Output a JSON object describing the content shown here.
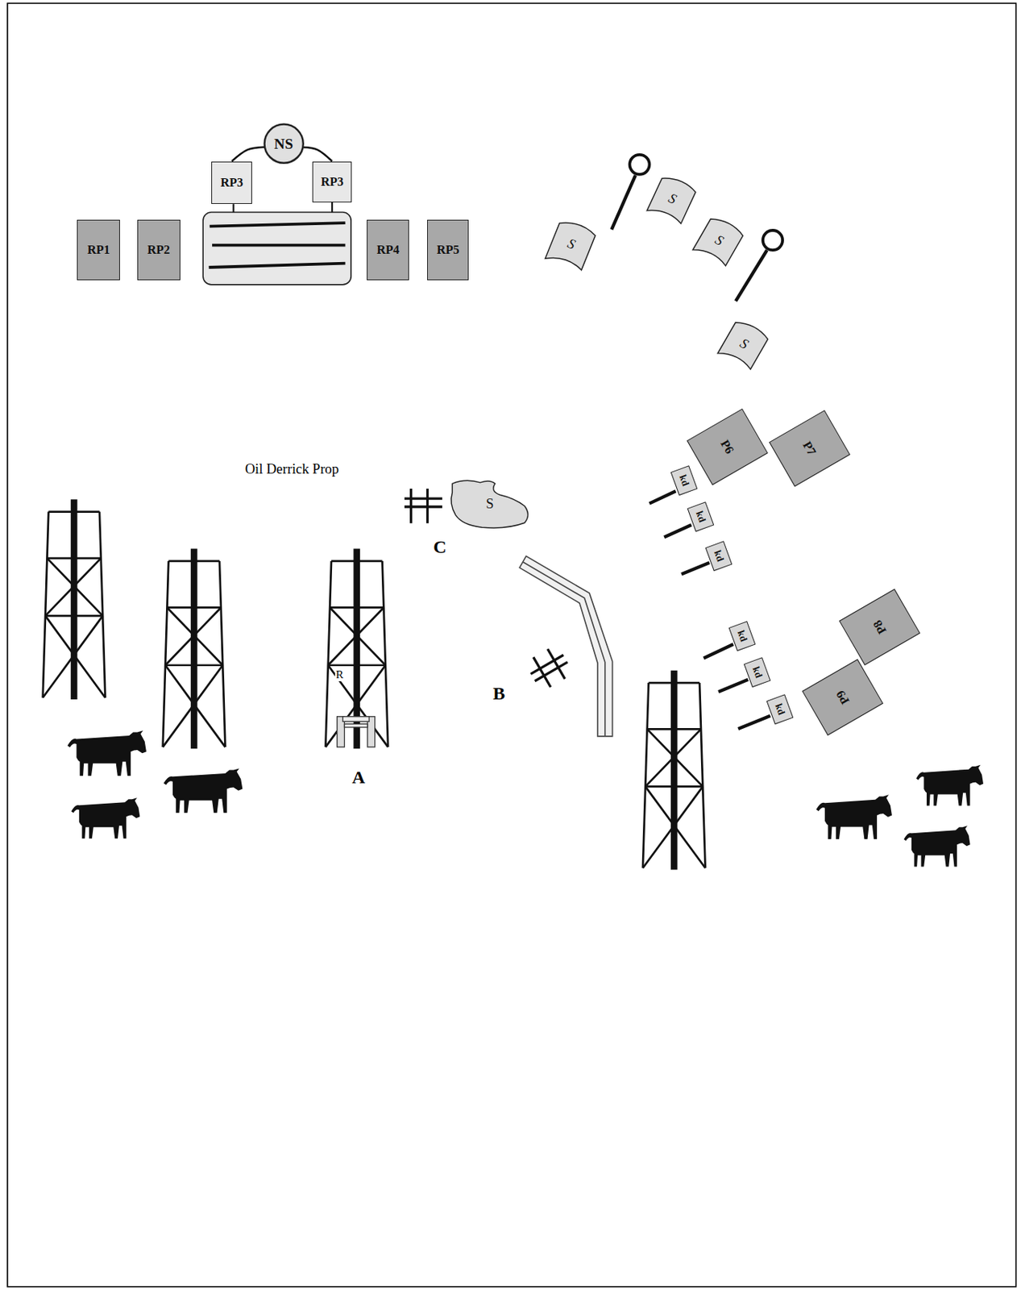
{
  "diagram": {
    "nodes": [
      {
        "text": [
          "NS"
        ]
      },
      {
        "text": [
          "RP3"
        ]
      },
      {
        "text": [
          "RP3"
        ]
      },
      {
        "text": [
          "RP1"
        ]
      },
      {
        "text": [
          "RP2"
        ]
      },
      {
        "text": [
          "RP4"
        ]
      },
      {
        "text": [
          "RP5"
        ]
      },
      {
        "text": [
          "S"
        ]
      },
      {
        "text": [
          "S"
        ]
      },
      {
        "text": [
          "S"
        ]
      },
      {
        "text": [
          "S"
        ]
      },
      {
        "text": [
          "P6"
        ]
      },
      {
        "text": [
          "P7"
        ]
      },
      {
        "text": [
          "S"
        ]
      },
      {
        "text": [
          "kd"
        ]
      },
      {
        "text": [
          "kd"
        ]
      },
      {
        "text": [
          "kd"
        ]
      },
      {
        "text": [
          "P8"
        ]
      },
      {
        "text": [
          "kd"
        ]
      },
      {
        "text": [
          "kd"
        ]
      },
      {
        "text": [
          "kd"
        ]
      },
      {
        "text": [
          "P9"
        ]
      }
    ],
    "edges": [
      {
        "from": 0,
        "to": 1,
        "arrow": "none"
      },
      {
        "from": 0,
        "to": 2,
        "arrow": "none"
      }
    ],
    "labels": [
      "Oil Derrick Prop",
      "C",
      "B",
      "A",
      "R"
    ]
  }
}
